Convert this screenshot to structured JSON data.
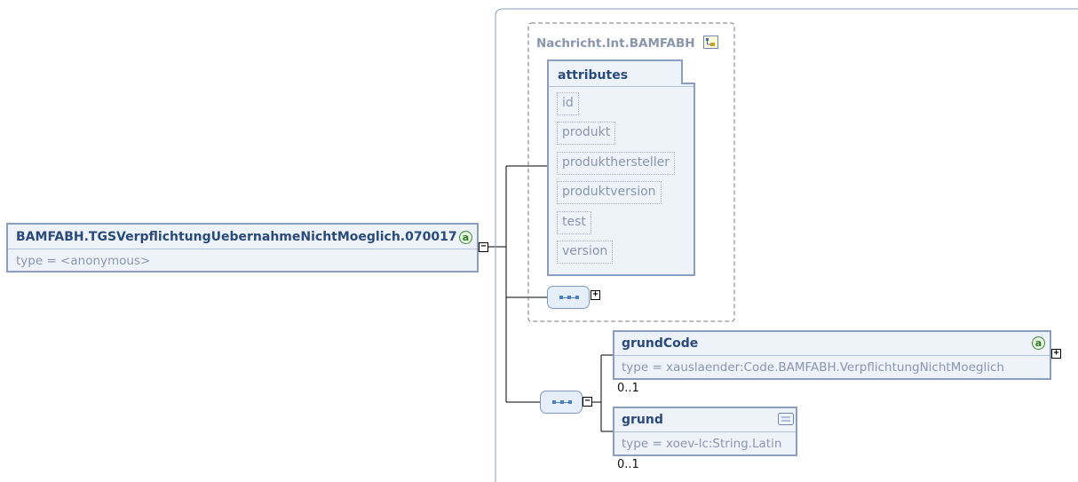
{
  "root": {
    "name": "BAMFABH.TGSVerpflichtungUebernahmeNichtMoeglich.070017",
    "type": "type = <anonymous>",
    "badge": "a",
    "collapse": "−"
  },
  "group": {
    "name": "Nachricht.Int.BAMFABH",
    "attributes_title": "attributes",
    "attributes": [
      "id",
      "produkt",
      "produkthersteller",
      "produktversion",
      "test",
      "version"
    ],
    "expand": "+"
  },
  "sequence": {
    "collapse": "−"
  },
  "elements": [
    {
      "name": "grundCode",
      "type": "type = xauslaender:Code.BAMFABH.VerpflichtungNichtMoeglich",
      "occurrence": "0..1",
      "badge": "a",
      "expand": "+"
    },
    {
      "name": "grund",
      "type": "type = xoev-lc:String.Latin",
      "occurrence": "0..1"
    }
  ],
  "colors": {
    "border": "#8b9ec0",
    "fill": "#eef3fa",
    "header": "#2b4a7c",
    "muted": "#8a96ad"
  }
}
